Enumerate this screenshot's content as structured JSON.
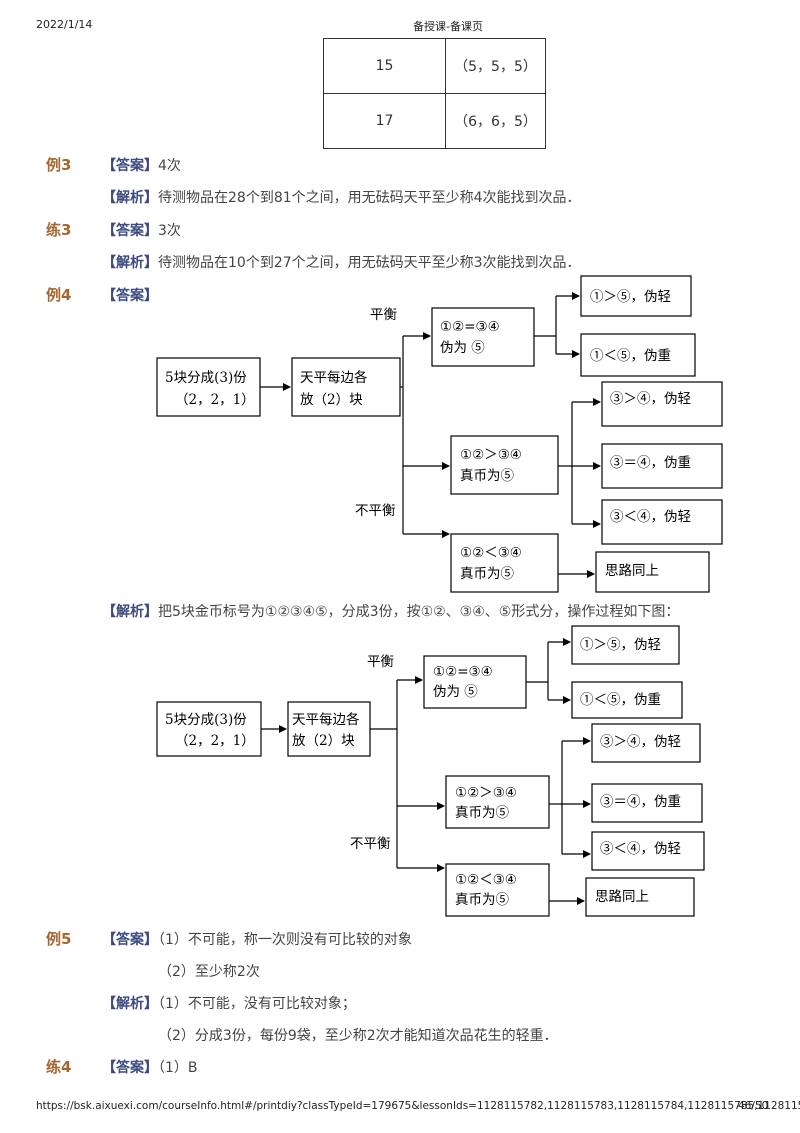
{
  "header": {
    "date": "2022/1/14",
    "title": "备授课-备课页"
  },
  "table_rows": [
    {
      "count": "15",
      "split": "（5，5，5）"
    },
    {
      "count": "17",
      "split": "（6，6，5）"
    }
  ],
  "labels": {
    "ex3": "例3",
    "pr3": "练3",
    "ex4": "例4",
    "ex5": "例5",
    "pr4": "练4"
  },
  "tags": {
    "answer": "【答案】",
    "analysis": "【解析】"
  },
  "ex3": {
    "answer": "4次",
    "analysis": "待测物品在28个到81个之间，用无砝码天平至少称4次能找到次品．"
  },
  "pr3": {
    "answer": "3次",
    "analysis": "待测物品在10个到27个之间，用无砝码天平至少称3次能找到次品．"
  },
  "ex4": {
    "analysis": "把5块金币标号为①②③④⑤，分成3份，按①②、③④、⑤形式分，操作过程如下图："
  },
  "ex5": {
    "answer1": "（1）不可能，称一次则没有可比较的对象",
    "answer2": "（2）至少称2次",
    "analysis1": "（1）不可能，没有可比较对象；",
    "analysis2": "（2）分成3份，每份9袋，至少称2次才能知道次品花生的轻重．"
  },
  "pr4": {
    "answer": "（1）B"
  },
  "flow": {
    "start_l1": "5块分成(3)份",
    "start_l2": "（2，2，1）",
    "weigh_l1": "天平每边各",
    "weigh_l2": "放（2）块",
    "balance": "平衡",
    "unbalance": "不平衡",
    "eq_l1": "①②=③④",
    "eq_l2": "伪为 ⑤",
    "r1": "①＞⑤，伪轻",
    "r2": "①＜⑤，伪重",
    "gt_l1": "①②＞③④",
    "gt_l2": "真币为⑤",
    "r3": "③＞④，伪轻",
    "r4": "③＝④，伪重",
    "r5": "③＜④，伪轻",
    "lt_l1": "①②＜③④",
    "lt_l2": "真币为⑤",
    "same": "思路同上"
  },
  "footer": {
    "url": "https://bsk.aixuexi.com/courseInfo.html#/printdiy?classTypeId=179675&lessonIds=1128115782,1128115783,1128115784,1128115785,1128115…",
    "page": "46/50"
  }
}
